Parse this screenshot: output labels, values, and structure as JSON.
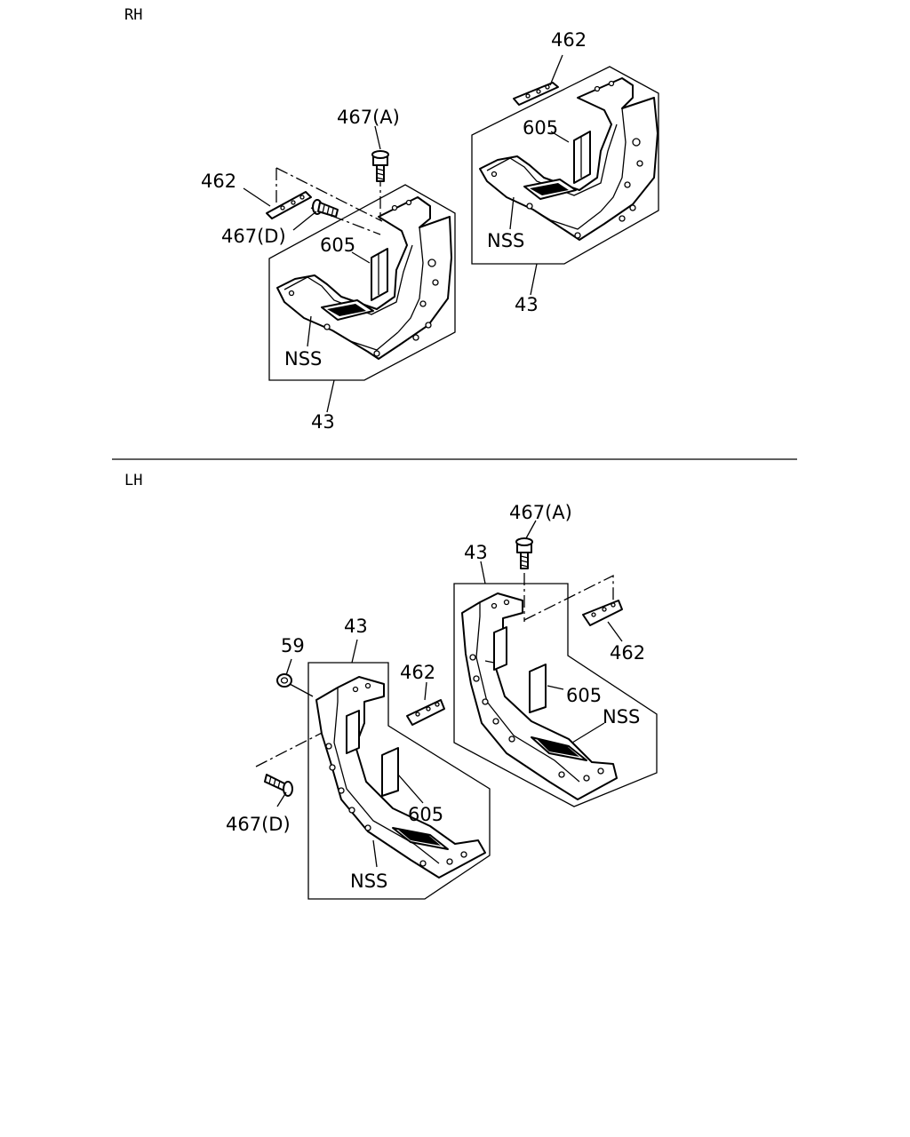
{
  "sections": {
    "rh": {
      "title": "RH"
    },
    "lh": {
      "title": "LH"
    }
  },
  "rh_labels": {
    "bolt_a": "467(A)",
    "plate_left": "462",
    "bolt_d": "467(D)",
    "pad_left": "605",
    "nss_left": "NSS",
    "bracket_left": "43",
    "plate_right": "462",
    "pad_right": "605",
    "nss_right": "NSS",
    "bracket_right": "43"
  },
  "lh_labels": {
    "bolt_a": "467(A)",
    "bracket_right": "43",
    "plate_right": "462",
    "pad_right": "605",
    "nss_right": "NSS",
    "nut": "59",
    "bracket_left": "43",
    "plate_left": "462",
    "bolt_d": "467(D)",
    "pad_left": "605",
    "nss_left": "NSS"
  }
}
